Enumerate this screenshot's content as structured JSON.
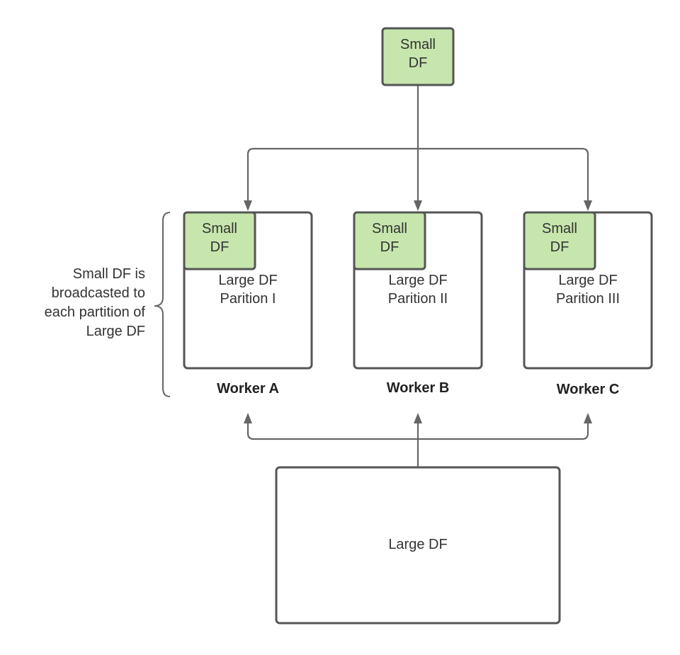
{
  "source_node": {
    "line1": "Small",
    "line2": "DF"
  },
  "workers": [
    {
      "name": "Worker A",
      "small_line1": "Small",
      "small_line2": "DF",
      "partition_line1": "Large DF",
      "partition_line2": "Parition I"
    },
    {
      "name": "Worker B",
      "small_line1": "Small",
      "small_line2": "DF",
      "partition_line1": "Large DF",
      "partition_line2": "Parition II"
    },
    {
      "name": "Worker C",
      "small_line1": "Small",
      "small_line2": "DF",
      "partition_line1": "Large DF",
      "partition_line2": "Parition III"
    }
  ],
  "annotation": {
    "lines": [
      "Small DF is",
      "broadcasted to",
      "each partition of",
      "Large DF"
    ]
  },
  "large_node": {
    "label": "Large DF"
  },
  "colors": {
    "small_df_fill": "#c7e6ad",
    "stroke": "#555555",
    "connector": "#666666"
  }
}
